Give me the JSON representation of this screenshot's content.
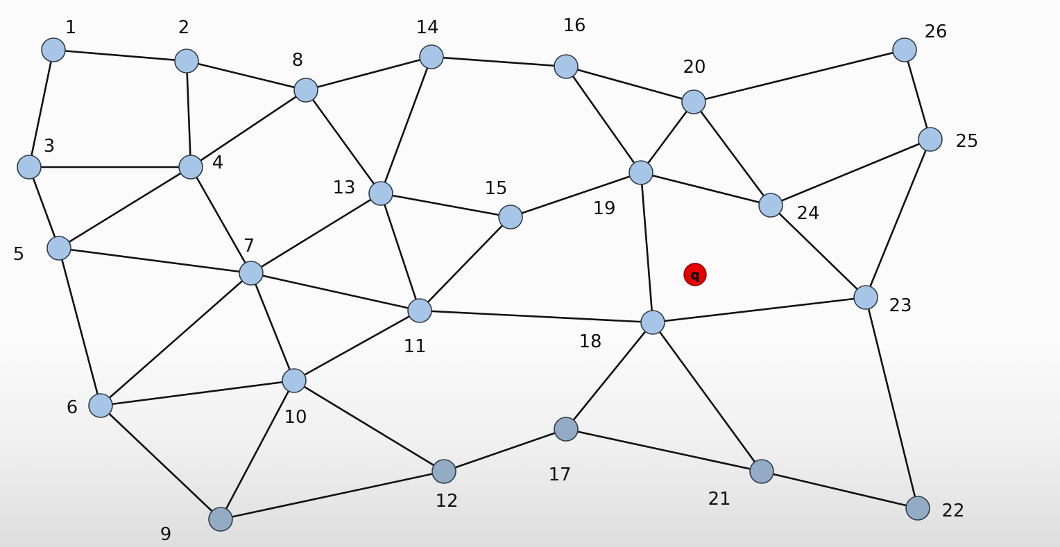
{
  "colors": {
    "node_fill": "#a7c6e7",
    "node_fill_lower": "#93abc4",
    "edge": "#111111",
    "query_point": "#e60000",
    "background": "#fbfbfb"
  },
  "nodes": [
    {
      "id": "1",
      "label": "1"
    },
    {
      "id": "2",
      "label": "2"
    },
    {
      "id": "3",
      "label": "3"
    },
    {
      "id": "4",
      "label": "4"
    },
    {
      "id": "5",
      "label": "5"
    },
    {
      "id": "6",
      "label": "6"
    },
    {
      "id": "7",
      "label": "7"
    },
    {
      "id": "8",
      "label": "8"
    },
    {
      "id": "9",
      "label": "9"
    },
    {
      "id": "10",
      "label": "10"
    },
    {
      "id": "11",
      "label": "11"
    },
    {
      "id": "12",
      "label": "12"
    },
    {
      "id": "13",
      "label": "13"
    },
    {
      "id": "14",
      "label": "14"
    },
    {
      "id": "15",
      "label": "15"
    },
    {
      "id": "16",
      "label": "16"
    },
    {
      "id": "17",
      "label": "17"
    },
    {
      "id": "18",
      "label": "18"
    },
    {
      "id": "19",
      "label": "19"
    },
    {
      "id": "20",
      "label": "20"
    },
    {
      "id": "21",
      "label": "21"
    },
    {
      "id": "22",
      "label": "22"
    },
    {
      "id": "23",
      "label": "23"
    },
    {
      "id": "24",
      "label": "24"
    },
    {
      "id": "25",
      "label": "25"
    },
    {
      "id": "26",
      "label": "26"
    }
  ],
  "edges": [
    [
      "1",
      "2"
    ],
    [
      "1",
      "3"
    ],
    [
      "2",
      "4"
    ],
    [
      "2",
      "8"
    ],
    [
      "3",
      "4"
    ],
    [
      "3",
      "5"
    ],
    [
      "4",
      "8"
    ],
    [
      "4",
      "5"
    ],
    [
      "4",
      "7"
    ],
    [
      "5",
      "7"
    ],
    [
      "5",
      "6"
    ],
    [
      "6",
      "7"
    ],
    [
      "6",
      "10"
    ],
    [
      "6",
      "9"
    ],
    [
      "7",
      "10"
    ],
    [
      "7",
      "13"
    ],
    [
      "7",
      "11"
    ],
    [
      "8",
      "14"
    ],
    [
      "8",
      "13"
    ],
    [
      "9",
      "10"
    ],
    [
      "9",
      "12"
    ],
    [
      "10",
      "11"
    ],
    [
      "10",
      "12"
    ],
    [
      "11",
      "13"
    ],
    [
      "11",
      "15"
    ],
    [
      "11",
      "18"
    ],
    [
      "12",
      "17"
    ],
    [
      "13",
      "14"
    ],
    [
      "13",
      "15"
    ],
    [
      "14",
      "16"
    ],
    [
      "15",
      "19"
    ],
    [
      "16",
      "19"
    ],
    [
      "16",
      "20"
    ],
    [
      "17",
      "18"
    ],
    [
      "17",
      "21"
    ],
    [
      "18",
      "19"
    ],
    [
      "18",
      "21"
    ],
    [
      "18",
      "23"
    ],
    [
      "19",
      "20"
    ],
    [
      "19",
      "24"
    ],
    [
      "20",
      "24"
    ],
    [
      "20",
      "26"
    ],
    [
      "21",
      "22"
    ],
    [
      "22",
      "23"
    ],
    [
      "23",
      "24"
    ],
    [
      "23",
      "25"
    ],
    [
      "24",
      "25"
    ],
    [
      "25",
      "26"
    ]
  ],
  "query": {
    "label": "q"
  }
}
